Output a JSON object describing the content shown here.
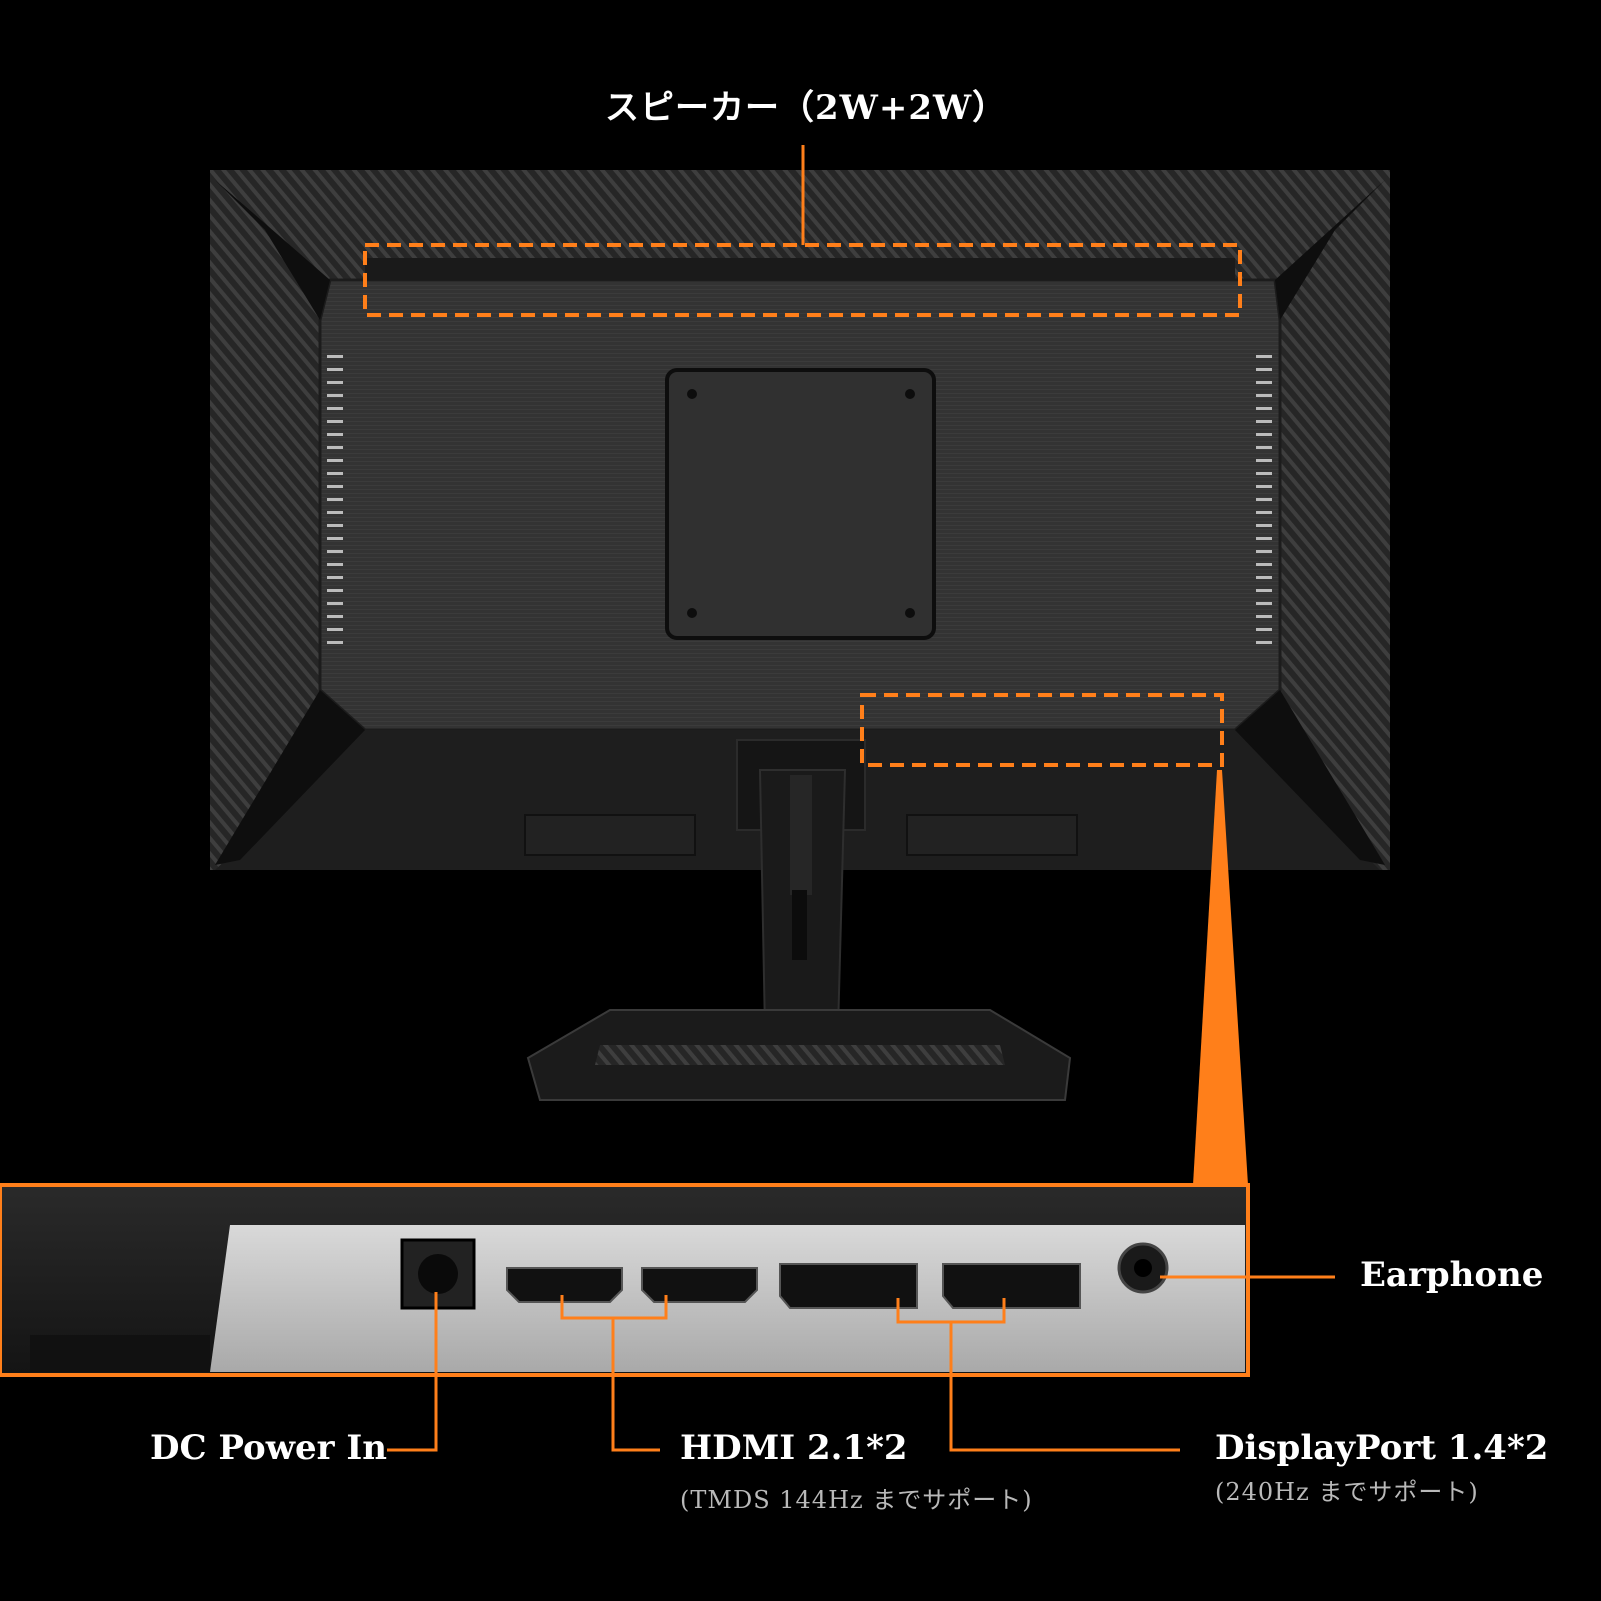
{
  "image": {
    "subject": "Back view of a monitor with port close-up",
    "accent_color": "#ff7f1a",
    "background_color": "#000000"
  },
  "labels": {
    "speaker": "スピーカー（2W+2W）",
    "earphone": "Earphone",
    "dc_power": "DC Power In",
    "hdmi": "HDMI 2.1*2",
    "hdmi_note": "(TMDS 144Hz までサポート)",
    "displayport": "DisplayPort 1.4*2",
    "displayport_note": "(240Hz までサポート)"
  }
}
